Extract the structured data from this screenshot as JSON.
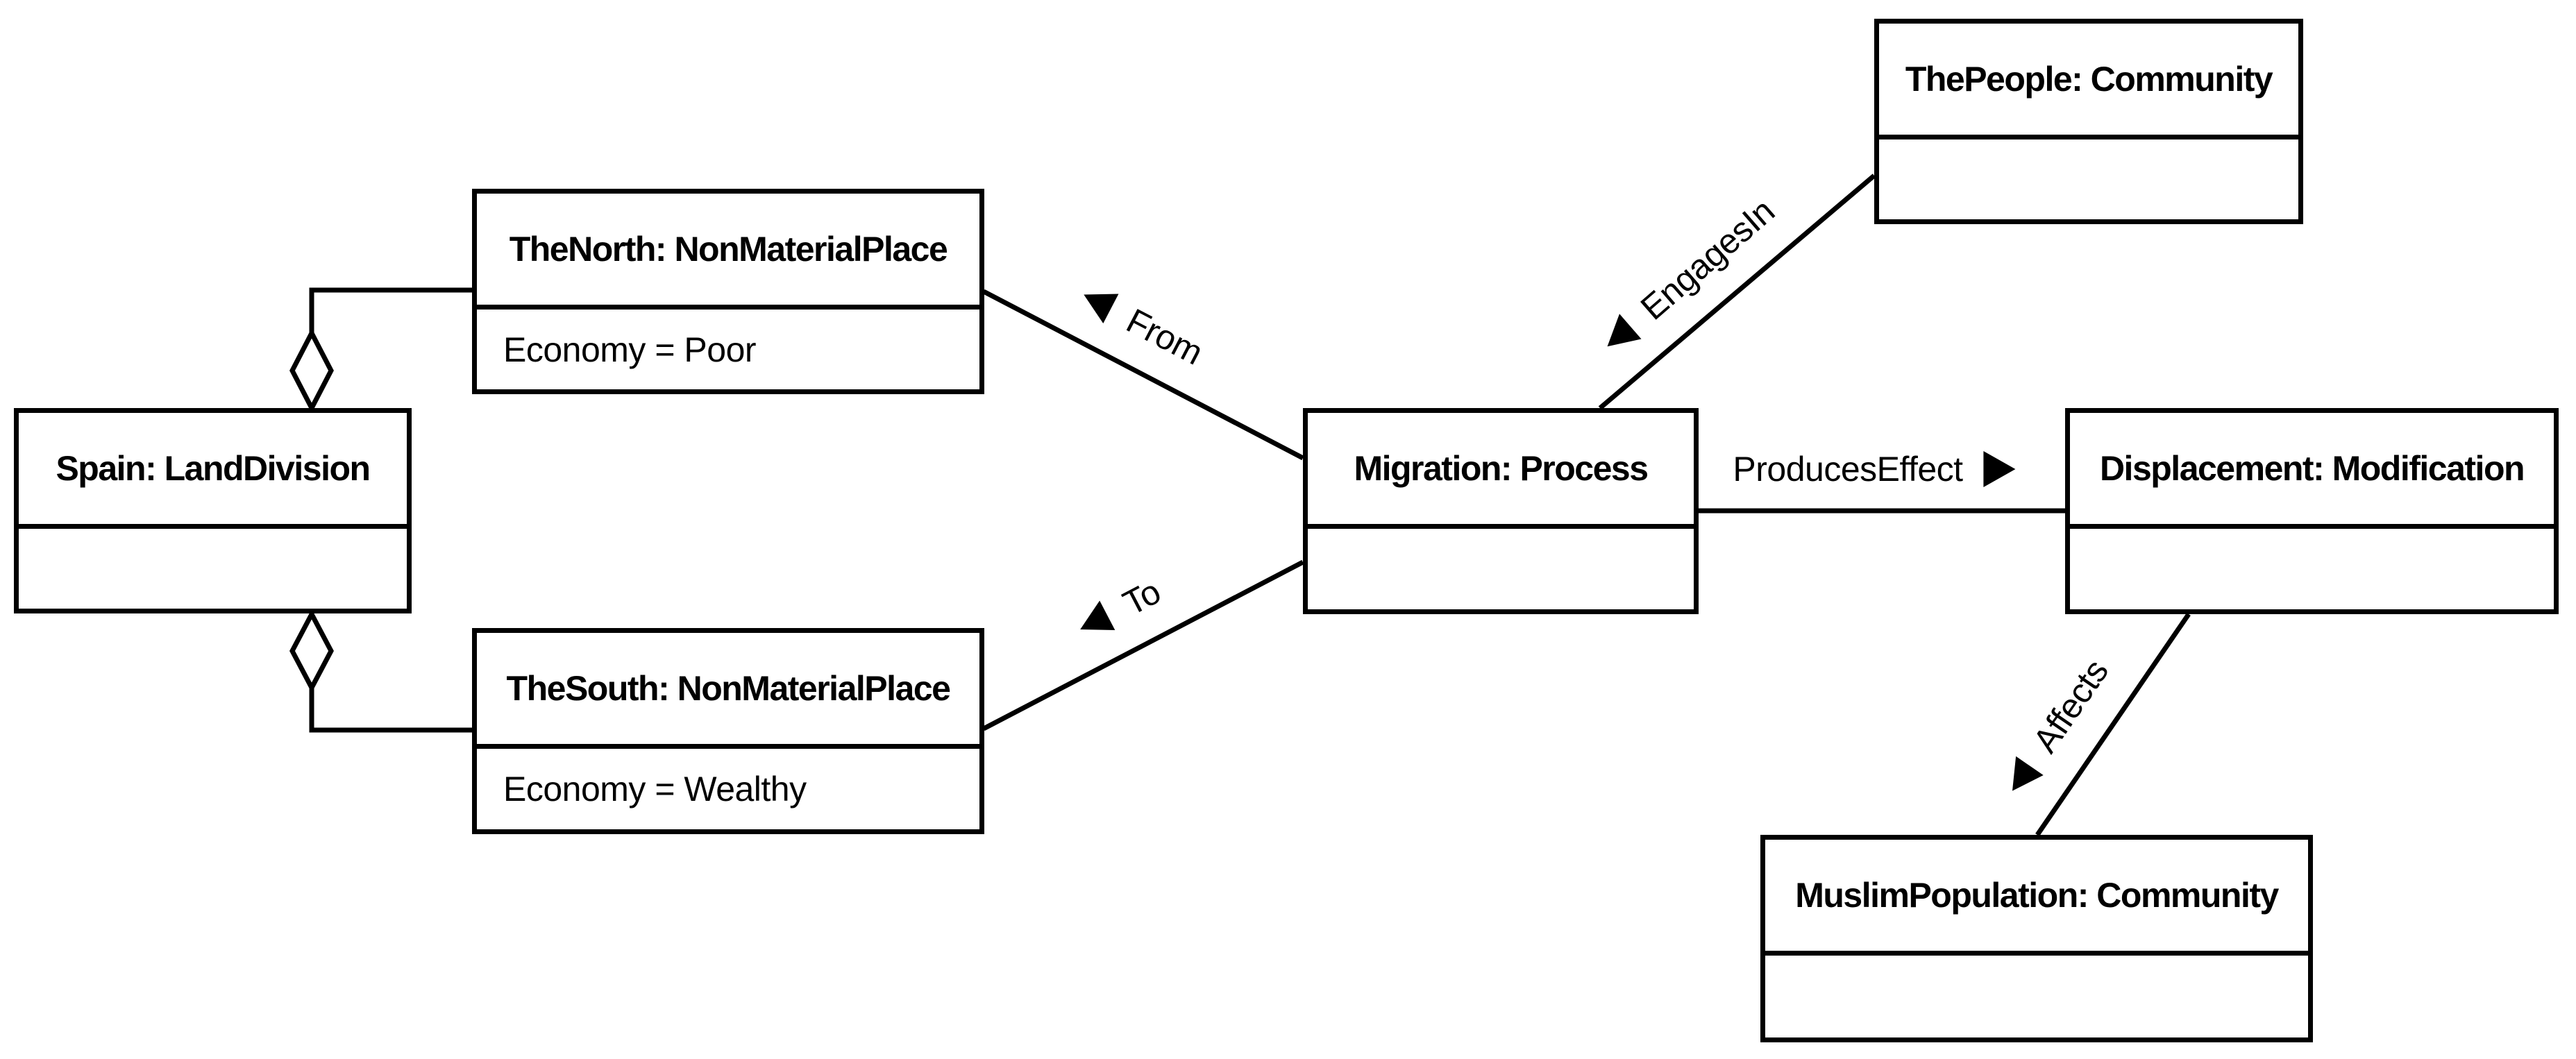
{
  "diagram": {
    "kind": "UML object diagram",
    "colors": {
      "stroke": "#000000",
      "background": "#ffffff",
      "text": "#000000"
    }
  },
  "boxes": {
    "spain": {
      "title": "Spain: LandDivision",
      "attribute": ""
    },
    "thenorth": {
      "title": "TheNorth: NonMaterialPlace",
      "attribute": "Economy = Poor"
    },
    "thesouth": {
      "title": "TheSouth: NonMaterialPlace",
      "attribute": "Economy = Wealthy"
    },
    "migration": {
      "title": "Migration: Process",
      "attribute": ""
    },
    "thepeople": {
      "title": "ThePeople: Community",
      "attribute": ""
    },
    "displacement": {
      "title": "Displacement: Modification",
      "attribute": ""
    },
    "muslimpopulation": {
      "title": "MuslimPopulation: Community",
      "attribute": ""
    }
  },
  "relations": {
    "aggregation_north": {
      "type": "aggregation",
      "whole": "Spain: LandDivision",
      "part": "TheNorth: NonMaterialPlace",
      "marker": "hollow-diamond"
    },
    "aggregation_south": {
      "type": "aggregation",
      "whole": "Spain: LandDivision",
      "part": "TheSouth: NonMaterialPlace",
      "marker": "hollow-diamond"
    },
    "from": {
      "label": "From",
      "type": "association",
      "between": [
        "Migration: Process",
        "TheNorth: NonMaterialPlace"
      ],
      "reading_arrow": "solid triangle pointing toward TheNorth"
    },
    "to": {
      "label": "To",
      "type": "association",
      "between": [
        "Migration: Process",
        "TheSouth: NonMaterialPlace"
      ],
      "reading_arrow": "solid triangle pointing toward TheSouth"
    },
    "engagesin": {
      "label": "EngagesIn",
      "type": "association",
      "between": [
        "ThePeople: Community",
        "Migration: Process"
      ],
      "reading_arrow": "solid triangle pointing toward Migration"
    },
    "produceseffect": {
      "label": "ProducesEffect",
      "type": "association",
      "between": [
        "Migration: Process",
        "Displacement: Modification"
      ],
      "reading_arrow": "solid triangle pointing toward Displacement"
    },
    "affects": {
      "label": "Affects",
      "type": "association",
      "between": [
        "Displacement: Modification",
        "MuslimPopulation: Community"
      ],
      "reading_arrow": "solid triangle pointing toward MuslimPopulation"
    }
  }
}
